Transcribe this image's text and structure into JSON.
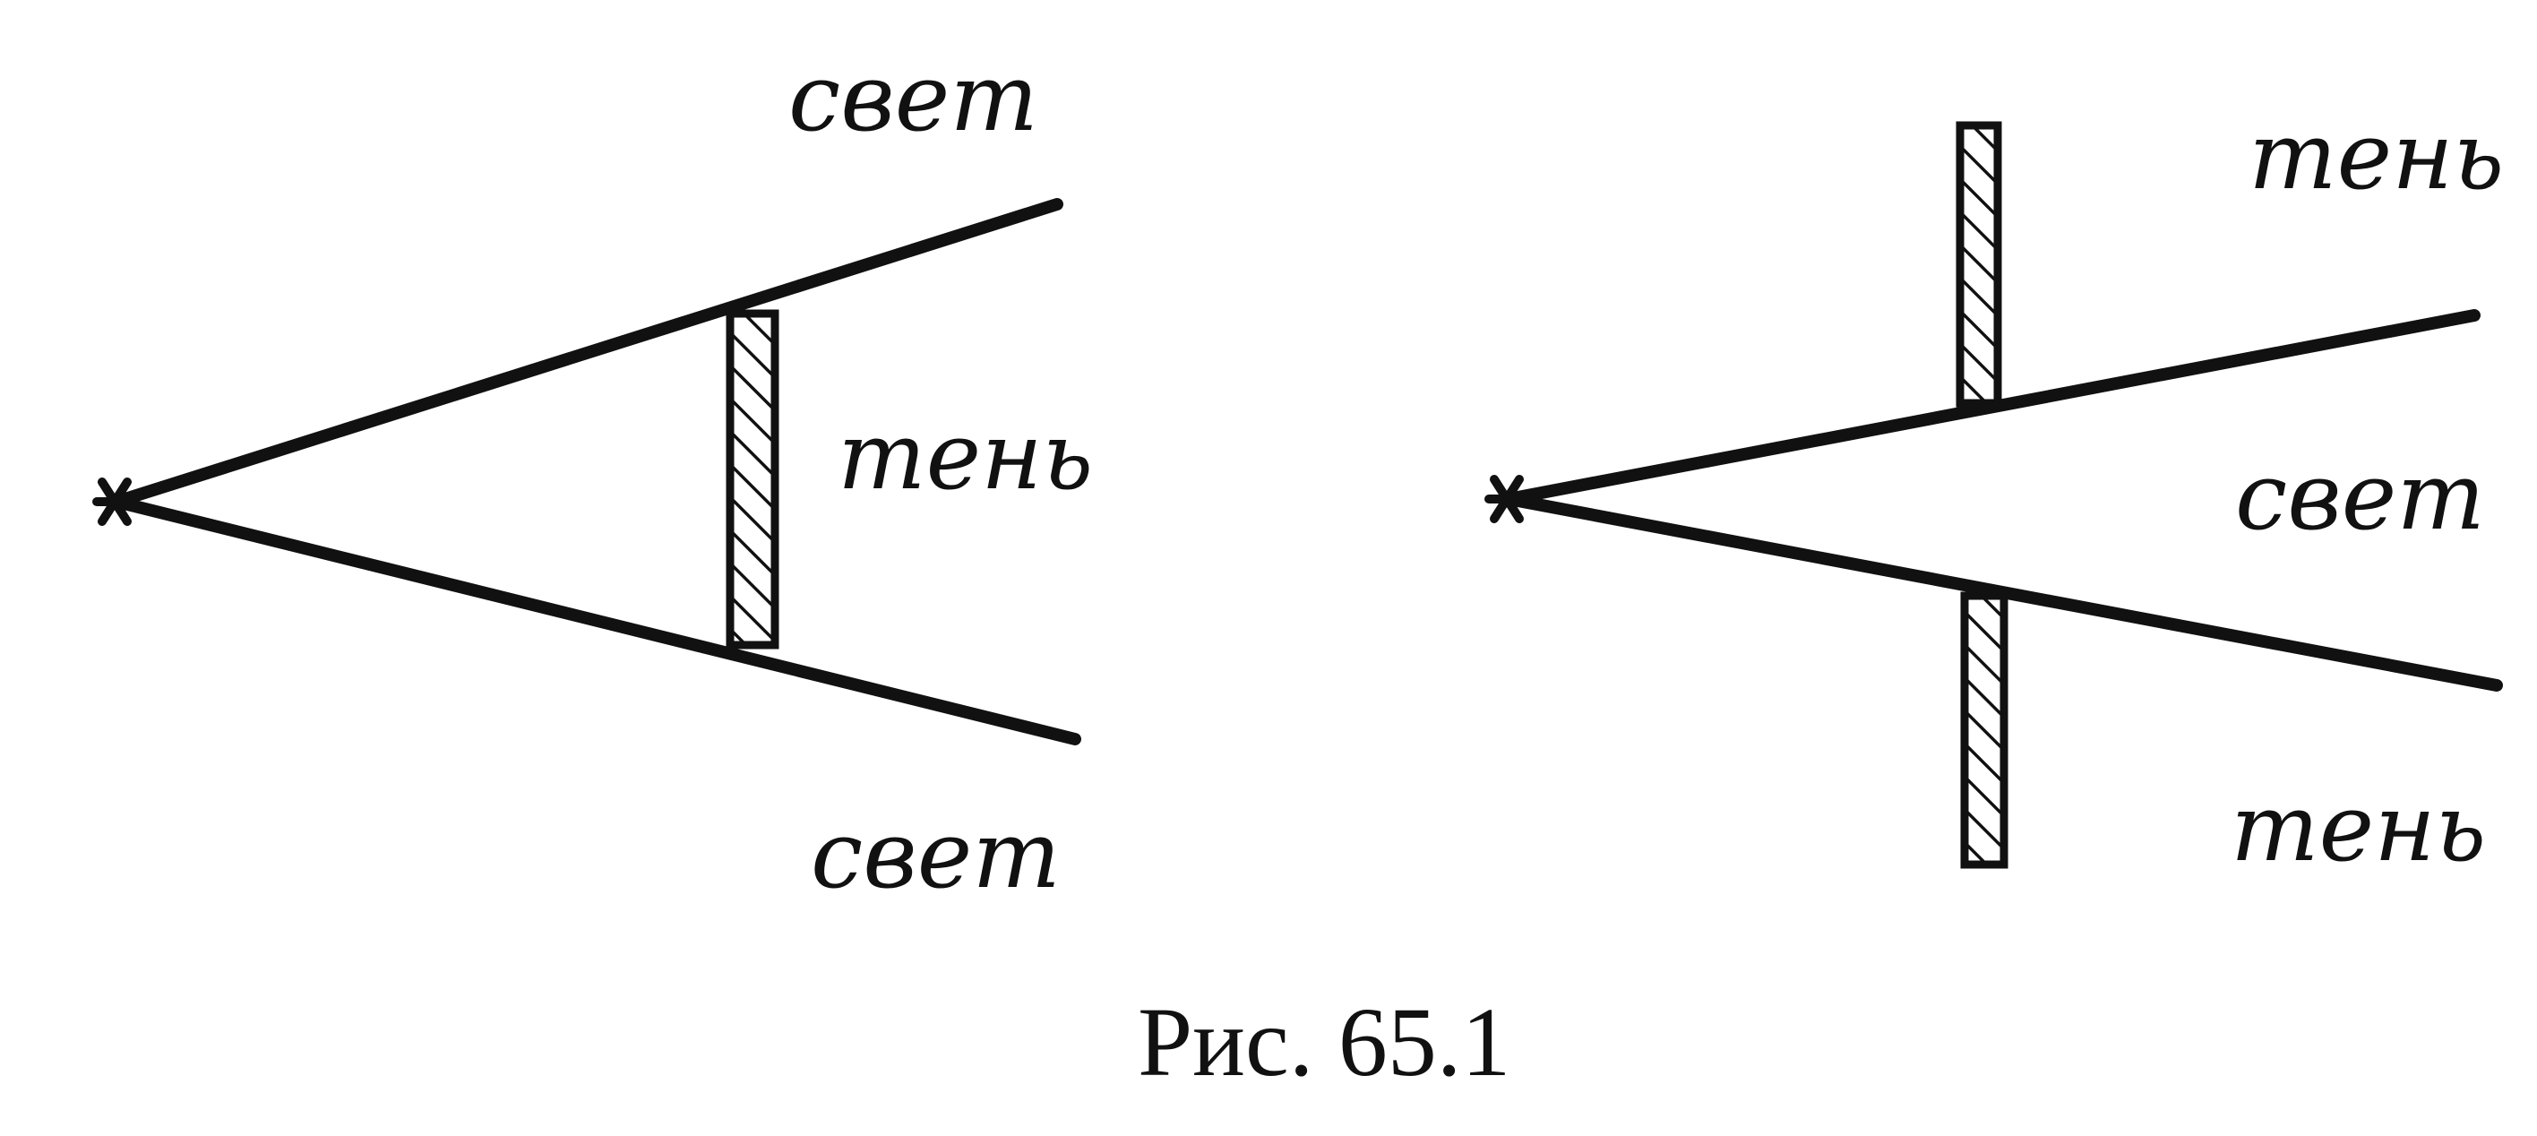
{
  "diagram_left": {
    "label_top": "свет",
    "label_middle": "тень",
    "label_bottom": "свет"
  },
  "diagram_right": {
    "label_top": "тень",
    "label_middle": "свет",
    "label_bottom": "тень"
  },
  "caption": "Рис. 65.1",
  "colors": {
    "ink": "#111111",
    "background": "#ffffff"
  }
}
